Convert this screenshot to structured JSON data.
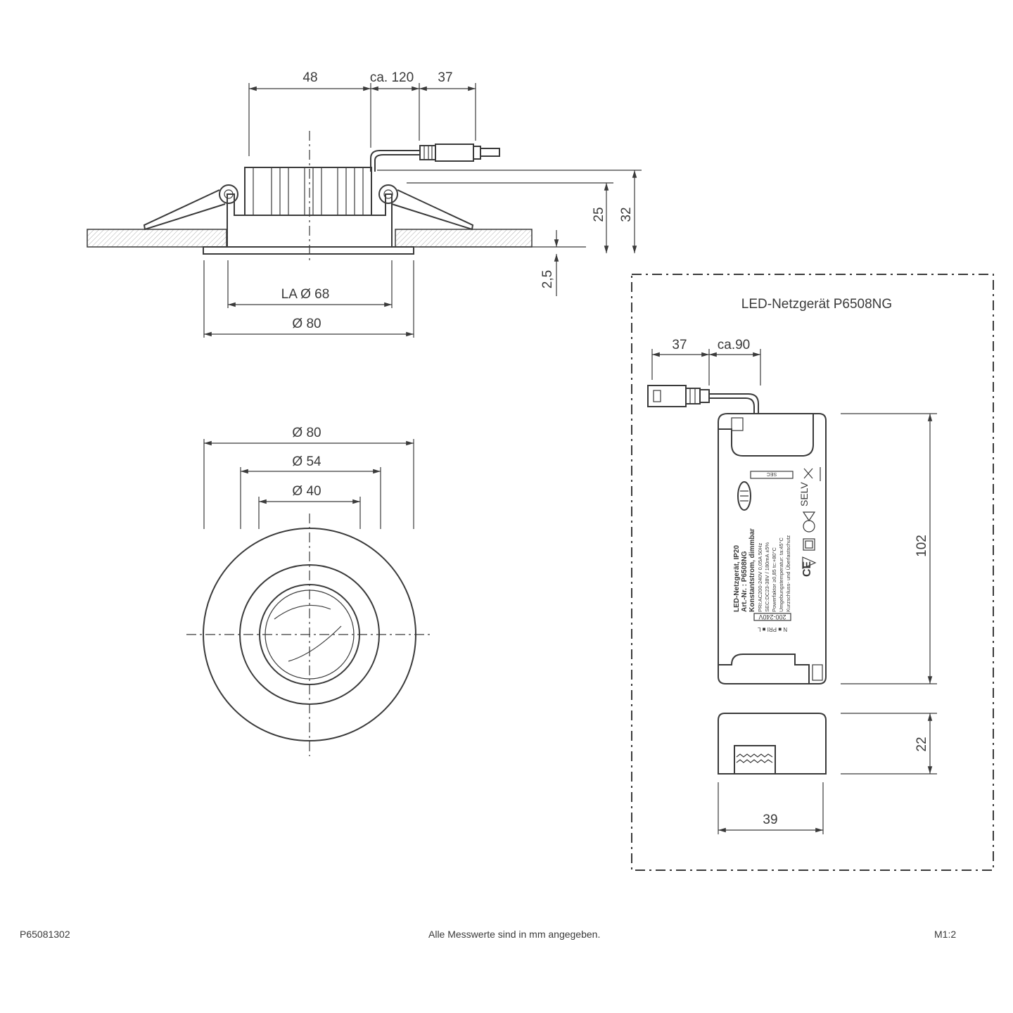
{
  "side_view": {
    "dim_48": "48",
    "dim_cable": "ca. 120",
    "dim_plug": "37",
    "dim_height_25": "25",
    "dim_height_32": "32",
    "dim_thickness": "2,5",
    "dim_cutout": "LA Ø 68",
    "dim_diameter": "Ø 80"
  },
  "top_view": {
    "dim_outer": "Ø 80",
    "dim_middle": "Ø 54",
    "dim_inner": "Ø 40"
  },
  "driver": {
    "title": "LED-Netzgerät P6508NG",
    "dim_plug": "37",
    "dim_cable": "ca.90",
    "dim_length": "102",
    "dim_height": "22",
    "dim_width": "39",
    "label_lines": [
      "LED-Netzgerät, IP20",
      "Art.-Nr. : P6508NG",
      "Konstantstrom, dimmbar",
      "PRI:AC200-240V 0,05A  50Hz",
      "SEC:DC23-38V / 180mA  ±5%",
      "Powerfaktor ≥0,85       tc:+80°C",
      "Umgebungstemperatur: ta:45°C",
      "Kurzschluss- und Überlastschutz"
    ],
    "voltage_label": "200-240V",
    "terminal_label": "N ■ PRI ■ L",
    "sec_label": "SEC"
  },
  "footer": {
    "article_number": "P65081302",
    "note": "Alle Messwerte sind in mm angegeben.",
    "scale": "M1:2"
  }
}
